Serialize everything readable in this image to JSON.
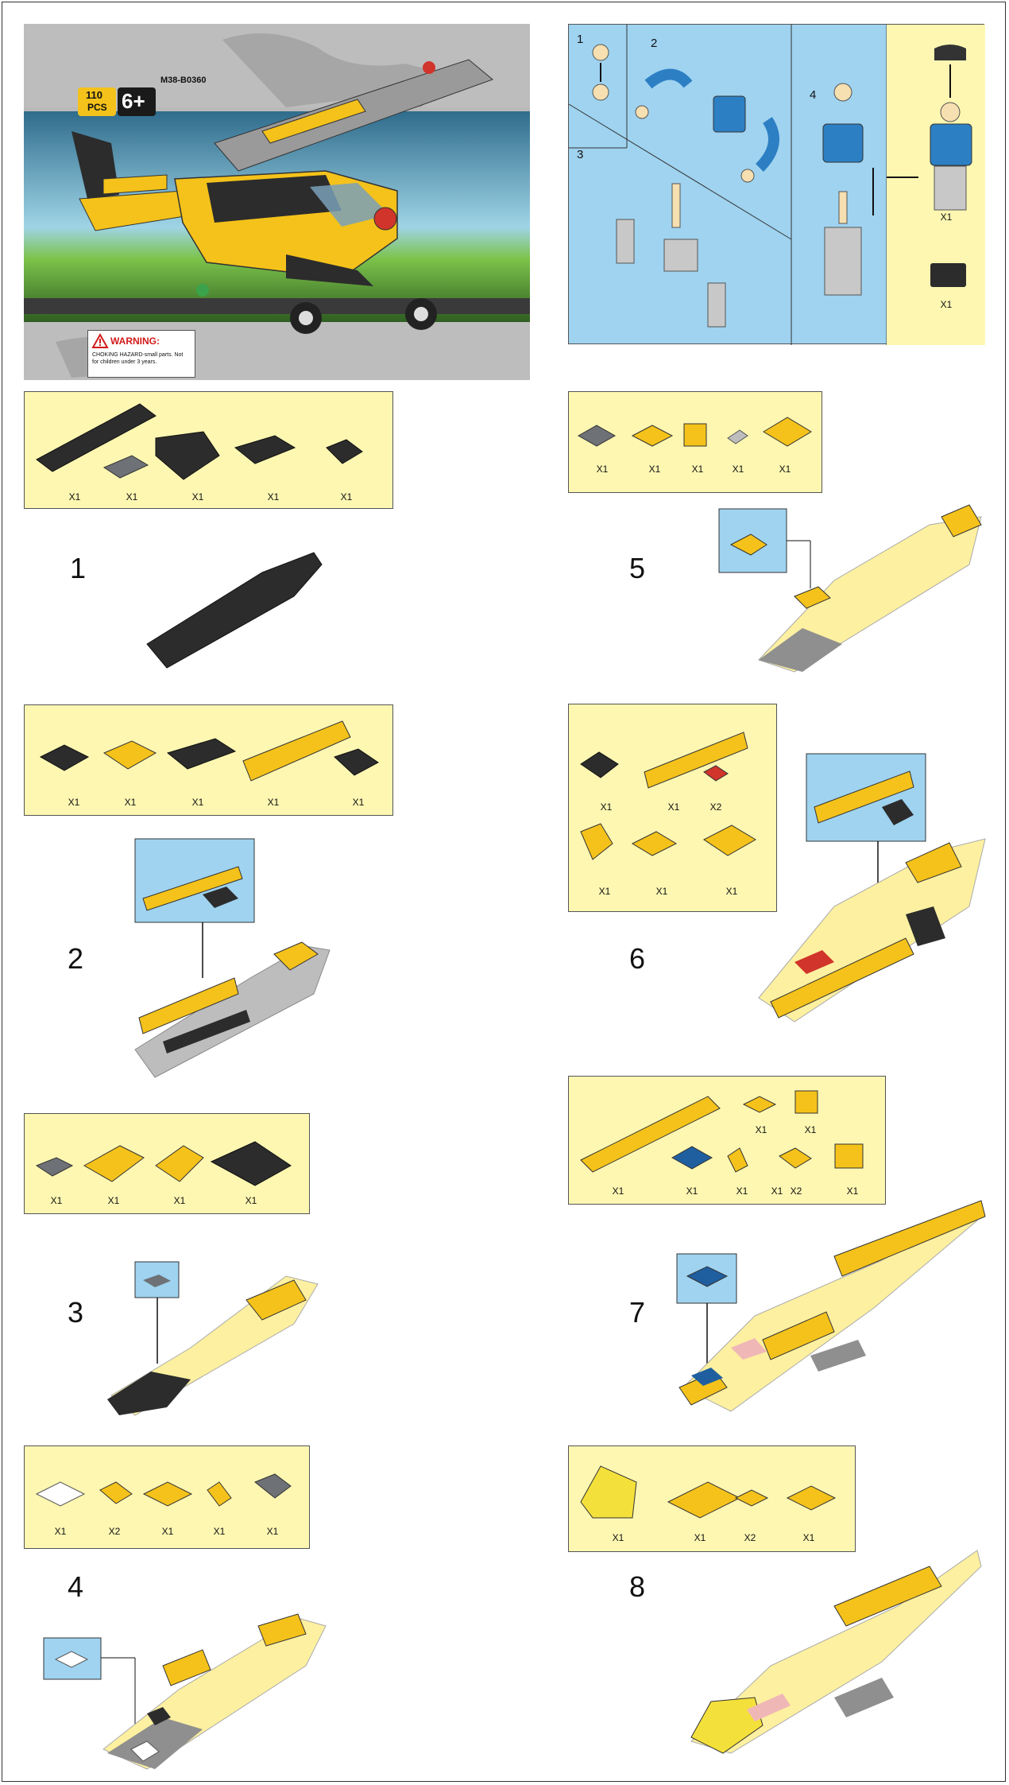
{
  "cover": {
    "pcs_number": "110",
    "pcs_label": "PCS",
    "age": "6+",
    "model": "M38-B0360",
    "warning_title": "WARNING:",
    "warning_body": "CHOKING HAZARD-small parts. Not for children under 3 years."
  },
  "minifig": {
    "step_labels": [
      "1",
      "2",
      "3",
      "4"
    ],
    "counts": [
      "X1",
      "X1"
    ]
  },
  "steps": [
    {
      "number": "1",
      "parts": [
        "X1",
        "X1",
        "X1",
        "X1",
        "X1"
      ]
    },
    {
      "number": "2",
      "parts": [
        "X1",
        "X1",
        "X1",
        "X1",
        "X1"
      ]
    },
    {
      "number": "3",
      "parts": [
        "X1",
        "X1",
        "X1",
        "X1"
      ]
    },
    {
      "number": "4",
      "parts": [
        "X1",
        "X2",
        "X1",
        "X1",
        "X1"
      ]
    },
    {
      "number": "5",
      "parts": [
        "X1",
        "X1",
        "X1",
        "X1",
        "X1"
      ]
    },
    {
      "number": "6",
      "parts": [
        "X1",
        "X1",
        "X2",
        "X1",
        "X1",
        "X1"
      ]
    },
    {
      "number": "7",
      "parts": [
        "X1",
        "X1",
        "X1",
        "X1",
        "X1",
        "X1",
        "X2",
        "X1"
      ]
    },
    {
      "number": "8",
      "parts": [
        "X1",
        "X1",
        "X2",
        "X1"
      ]
    }
  ],
  "colors": {
    "yellow": "#f4c21a",
    "pale_yellow": "#fdf7b2",
    "light_blue": "#9fd3f0",
    "black_brick": "#2c2c2c",
    "gray_brick": "#6e7176",
    "blue_brick": "#1f5f9f",
    "red_brick": "#d0342a"
  }
}
